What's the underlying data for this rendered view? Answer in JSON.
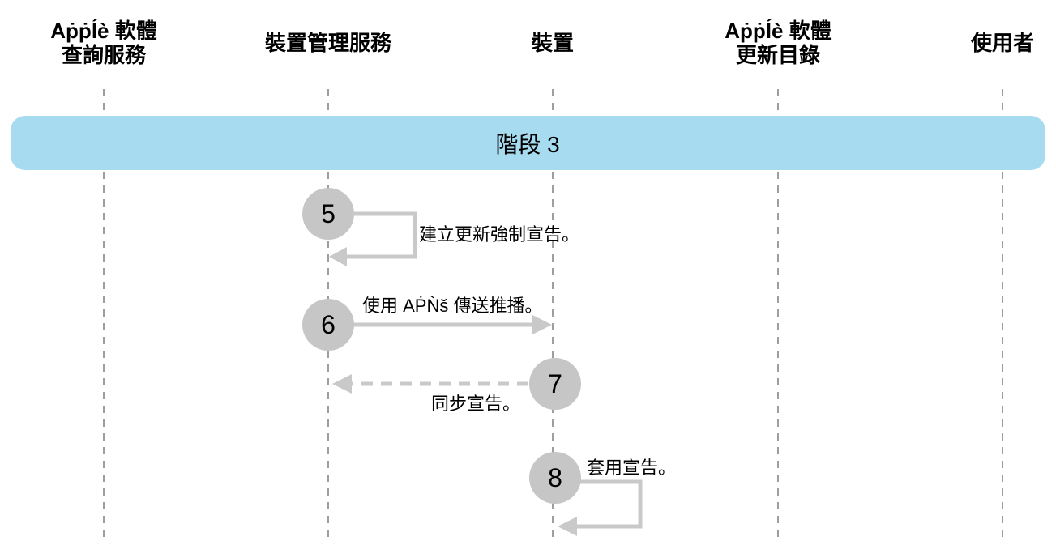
{
  "colors": {
    "banner": "#a6dbf0",
    "circle": "#c6c6c6",
    "arrow": "#c9c9c9",
    "lifeline": "#9e9e9e",
    "text": "#000000"
  },
  "actors": [
    {
      "label": "Aṗṗĺè 軟體\n查詢服務"
    },
    {
      "label": "裝置管理服務"
    },
    {
      "label": "裝置"
    },
    {
      "label": "Aṗṗĺè 軟體\n更新目錄"
    },
    {
      "label": "使用者"
    }
  ],
  "phase": {
    "label": "階段 3"
  },
  "steps": [
    {
      "number": "5",
      "label": "建立更新強制宣告。"
    },
    {
      "number": "6",
      "label": "使用 AṖǸš 傳送推播。"
    },
    {
      "number": "7",
      "label": "同步宣告。"
    },
    {
      "number": "8",
      "label": "套用宣告。"
    }
  ]
}
